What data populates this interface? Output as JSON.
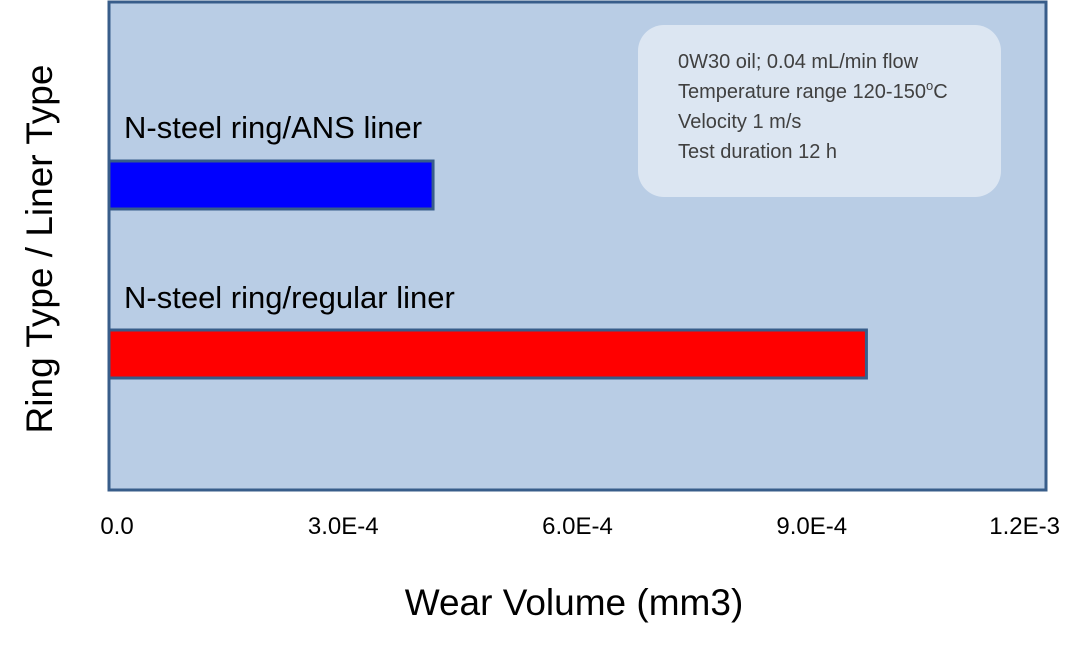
{
  "colors": {
    "plot_background": "#b9cde5",
    "frame": "#385d8a",
    "note_background": "#dce6f2"
  },
  "chart_data": {
    "type": "bar",
    "orientation": "horizontal",
    "categories": [
      "N-steel ring/ANS liner",
      "N-steel ring/regular liner"
    ],
    "values": [
      0.000415,
      0.00097
    ],
    "bar_colors": [
      "#0000ff",
      "#ff0000"
    ],
    "xlabel": "Wear Volume (mm3)",
    "ylabel": "Ring Type / Liner Type",
    "xlim": [
      0,
      0.0012
    ],
    "x_ticks": [
      0,
      0.0003,
      0.0006,
      0.0009,
      0.0012
    ],
    "x_tick_labels": [
      "0.0",
      "3.0E-4",
      "6.0E-4",
      "9.0E-4",
      "1.2E-3"
    ],
    "grid": false,
    "legend": "none",
    "annotation": {
      "lines": [
        "0W30 oil; 0.04 mL/min flow",
        "Temperature range 120-150",
        "Velocity 1 m/s",
        "Test duration 12 h"
      ],
      "degree_superscript": "o",
      "degree_unit": "C"
    }
  }
}
